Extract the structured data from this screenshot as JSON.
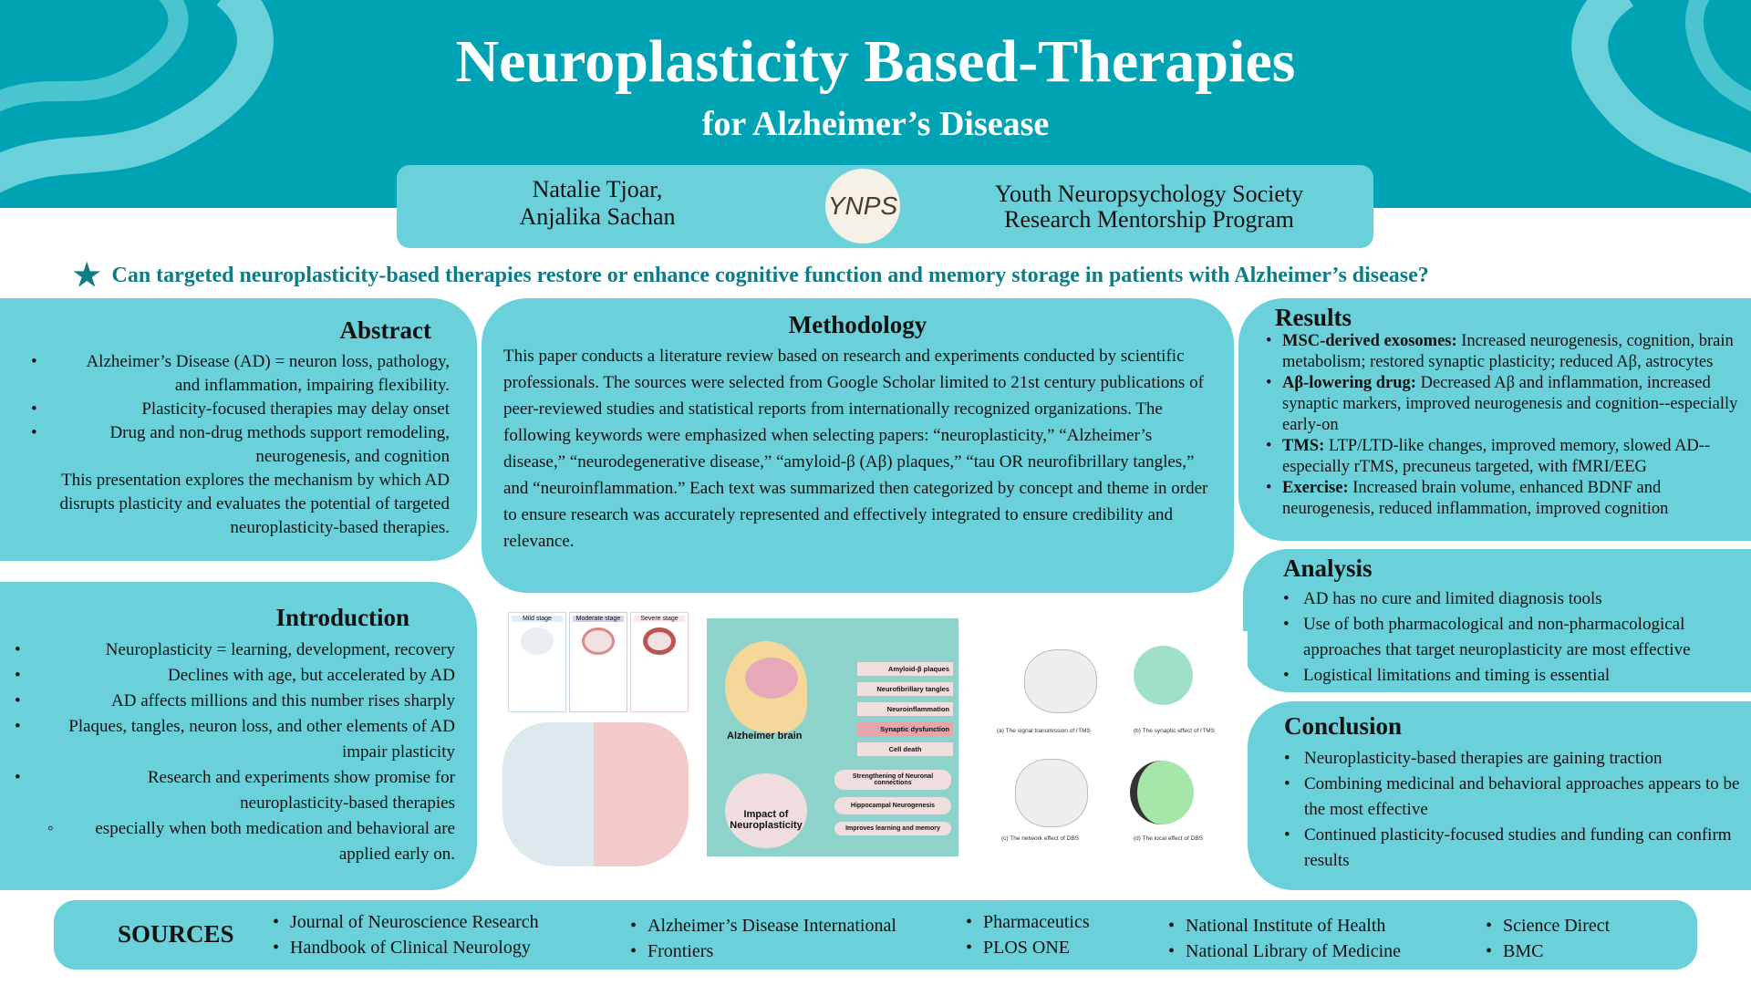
{
  "header": {
    "title": "Neuroplasticity Based-Therapies",
    "subtitle": "for Alzheimer’s Disease"
  },
  "authors": {
    "line1": "Natalie Tjoar,",
    "line2": "Anjalika Sachan",
    "logo_text": "YNPS",
    "org_line1": "Youth Neuropsychology Society",
    "org_line2": "Research Mentorship Program"
  },
  "question": "Can targeted neuroplasticity-based therapies restore or enhance cognitive function and memory storage in patients with Alzheimer’s disease?",
  "colors": {
    "header": "#00A3B3",
    "panel": "#6AD1DB",
    "question": "#0E7C86"
  },
  "abstract": {
    "title": "Abstract",
    "bullets": [
      "Alzheimer’s Disease (AD) = neuron loss, pathology, and inflammation, impairing flexibility.",
      "Plasticity-focused therapies may delay onset",
      "Drug and non-drug methods support remodeling, neurogenesis, and cognition"
    ],
    "summary": "This presentation explores the mechanism by which AD disrupts plasticity and evaluates the potential of targeted neuroplasticity-based therapies."
  },
  "introduction": {
    "title": "Introduction",
    "bullets": [
      "Neuroplasticity = learning, development, recovery",
      "Declines with age, but accelerated by AD",
      "AD affects millions and this number rises sharply",
      "Plaques, tangles, neuron loss, and other elements of AD impair plasticity",
      "Research and experiments show promise for neuroplasticity-based therapies"
    ],
    "sub_bullet": "especially when both medication and behavioral are applied early on."
  },
  "methodology": {
    "title": "Methodology",
    "text": "This paper conducts a literature review based on research and experiments conducted by scientific professionals. The sources were selected from Google Scholar limited to 21st century publications of peer-reviewed studies and statistical reports from internationally recognized organizations. The following keywords were emphasized when selecting papers: “neuroplasticity,” “Alzheimer’s disease,” “neurodegenerative disease,” “amyloid-β (Aβ) plaques,” “tau OR neurofibrillary tangles,” and “neuroinflammation.” Each text was summarized then categorized by concept and theme in order to ensure research was accurately represented and effectively integrated to ensure credibility and relevance."
  },
  "figures": {
    "stages": [
      "Mild stage",
      "Moderate stage",
      "Severe stage"
    ],
    "alz_labels": [
      "Amyloid-β plaques",
      "Neurofibrillary tangles",
      "Neuroinflammation",
      "Synaptic dysfunction",
      "Cell death"
    ],
    "alz_brain": "Alzheimer brain",
    "impact": "Impact of Neuroplasticity",
    "impact_labels": [
      "Strengthening of Neuronal connections",
      "Hippocampal Neurogenesis",
      "Improves learning and memory"
    ],
    "tms_captions": [
      "(a) The signal transmission of rTMS",
      "(b) The synaptic effect of rTMS",
      "(c) The network effect of DBS",
      "(d) The local effect of DBS"
    ]
  },
  "results": {
    "title": "Results",
    "items": [
      {
        "bold": "MSC-derived exosomes:",
        "text": " Increased neurogenesis, cognition, brain metabolism; restored synaptic plasticity; reduced Aβ, astrocytes"
      },
      {
        "bold": "Aβ-lowering drug:",
        "text": " Decreased Aβ and inflammation, increased synaptic markers, improved neurogenesis and cognition--especially early-on"
      },
      {
        "bold": "TMS:",
        "text": " LTP/LTD-like changes, improved memory, slowed AD--especially rTMS, precuneus targeted, with fMRI/EEG"
      },
      {
        "bold": "Exercise:",
        "text": " Increased brain volume, enhanced BDNF and neurogenesis, reduced inflammation, improved cognition"
      }
    ]
  },
  "analysis": {
    "title": "Analysis",
    "items": [
      "AD has no cure and limited diagnosis tools",
      "Use of both pharmacological and non-pharmacological approaches that target neuroplasticity are most effective",
      "Logistical limitations and timing is essential"
    ]
  },
  "conclusion": {
    "title": "Conclusion",
    "items": [
      "Neuroplasticity-based therapies are gaining traction",
      "Combining medicinal and behavioral approaches appears to be the most effective",
      "Continued plasticity-focused studies and funding can confirm results"
    ]
  },
  "sources": {
    "title": "SOURCES",
    "columns": [
      [
        "Journal of Neuroscience Research",
        "Handbook of Clinical Neurology"
      ],
      [
        "Alzheimer’s Disease International",
        "Frontiers"
      ],
      [
        "Pharmaceutics",
        "PLOS ONE"
      ],
      [
        "National Institute of Health",
        "National Library of Medicine"
      ],
      [
        "Science Direct",
        "BMC"
      ]
    ]
  }
}
